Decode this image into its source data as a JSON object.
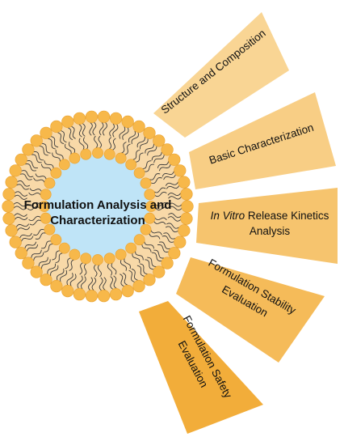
{
  "diagram": {
    "center": {
      "title_line1": "Formulation Analysis and",
      "title_line2": "Characterization"
    },
    "rays": [
      {
        "id": "structure",
        "label": "Structure and Composition",
        "color": "#F9D594"
      },
      {
        "id": "basic",
        "label": "Basic Characterization",
        "color": "#F8CE85"
      },
      {
        "id": "release",
        "label_italic": "In Vitro",
        "label_rest": " Release Kinetics",
        "label_line2": "Analysis",
        "color": "#F6C46E"
      },
      {
        "id": "stability",
        "label_line1": "Formulation Stability",
        "label_line2": "Evaluation",
        "color": "#F5BB59"
      },
      {
        "id": "safety",
        "label_line1": "Formulation Safety",
        "label_line2": "Evaluation",
        "color": "#F2AD3A"
      }
    ],
    "colors": {
      "lipid_head": "#F7B84A",
      "lipid_head_outline": "#E9A230",
      "tail_band": "#F8D9A8",
      "tail_line": "#3a3a3a",
      "core": "#BFE4F7"
    }
  }
}
